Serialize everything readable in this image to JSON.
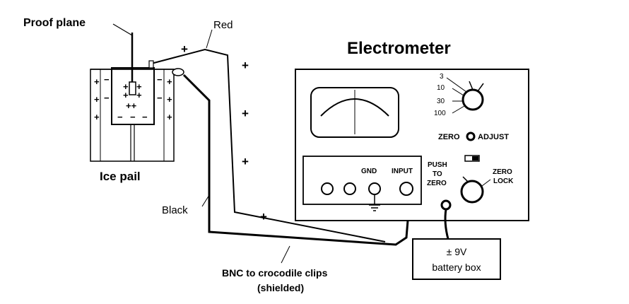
{
  "labels": {
    "proof_plane": "Proof plane",
    "red": "Red",
    "electrometer": "Electrometer",
    "ice_pail": "Ice pail",
    "black": "Black",
    "gnd": "GND",
    "input": "INPUT",
    "push_to": "PUSH",
    "to": "TO",
    "zero": "ZERO",
    "zero_lock_1": "ZERO",
    "zero_lock_2": "LOCK",
    "zero_adjust_left": "ZERO",
    "zero_adjust_right": "ADJUST",
    "battery_line1": "± 9V",
    "battery_line2": "battery box",
    "bnc_line1": "BNC to crocodile clips",
    "bnc_line2": "(shielded)"
  },
  "range_dial": [
    "3",
    "10",
    "30",
    "100"
  ],
  "charges": {
    "plus": "+",
    "minus": "−",
    "double_plus": "++"
  },
  "colors": {
    "ink": "#000000",
    "background": "#ffffff"
  }
}
